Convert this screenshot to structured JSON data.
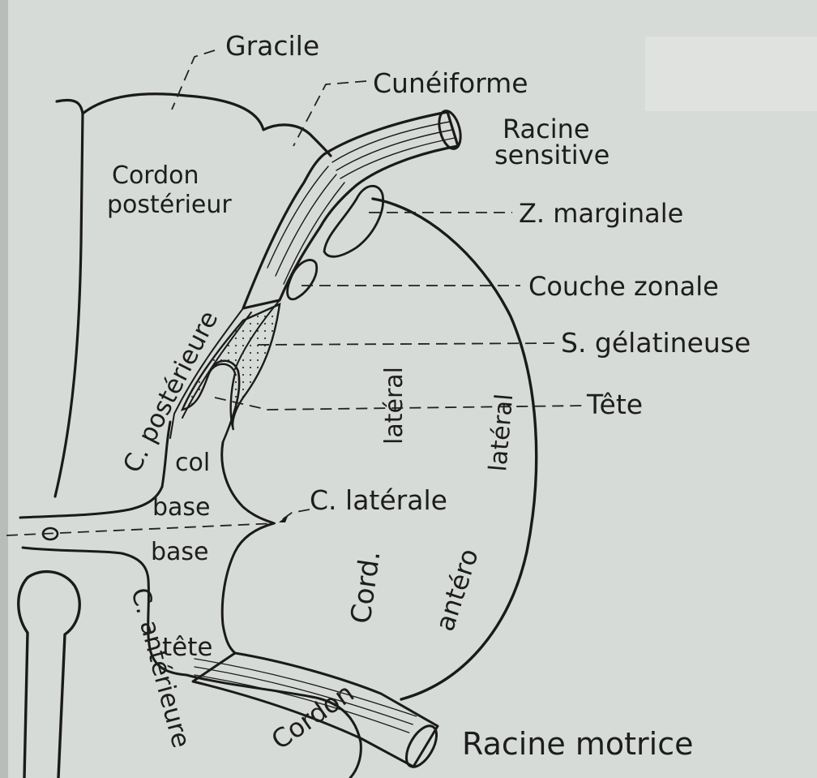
{
  "labels": {
    "gracile": "Gracile",
    "cuneiforme": "Cunéiforme",
    "racine_sensitive_1": "Racine",
    "racine_sensitive_2": "sensitive",
    "z_marginale": "Z. marginale",
    "couche_zonale": "Couche zonale",
    "s_gelatineuse": "S. gélatineuse",
    "tete_posterieure": "Tête",
    "cordon_posterieur_1": "Cordon",
    "cordon_posterieur_2": "postérieur",
    "c_posterieure": "C. postérieure",
    "col": "col",
    "base_haut": "base",
    "base_bas": "base",
    "c_laterale": "C. latérale",
    "lateral_1": "latéral",
    "lateral_2": "latéral",
    "cord": "Cord.",
    "antero": "antéro",
    "c_anterieure": "C. antérieure",
    "tete_anterieure": "tête",
    "cordon": "Cordon",
    "racine_motrice": "Racine motrice"
  },
  "colors": {
    "paper": "#d7dbd8",
    "ink": "#1a1a1a",
    "gelatinous_fill": "#c9cdca"
  }
}
